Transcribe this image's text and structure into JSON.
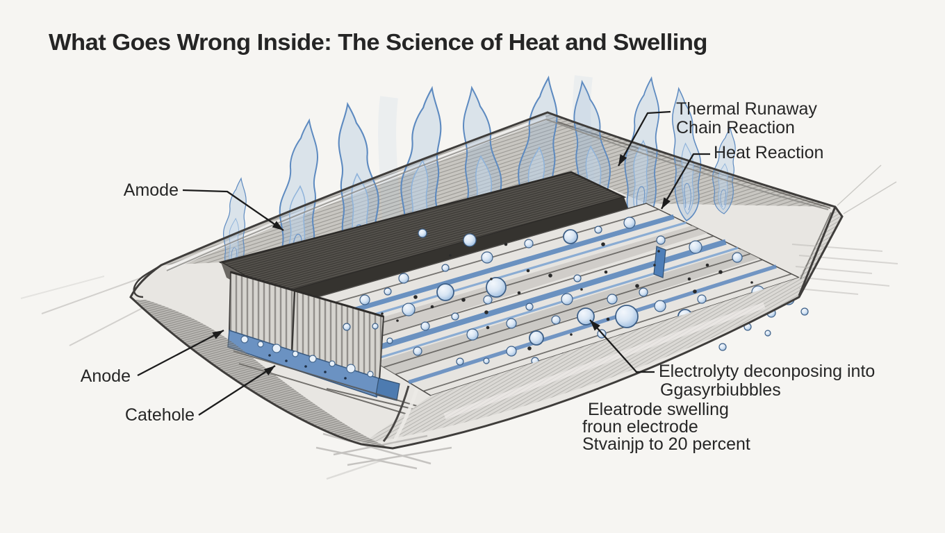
{
  "title": "What Goes Wrong Inside: The Science of Heat and Swelling",
  "annotations": {
    "amode": "Amode",
    "anode": "Anode",
    "cathode": "Catehole",
    "thermal_runaway": {
      "line1": "Thermal Runaway",
      "line2": "Chain Reaction"
    },
    "heat_reaction": "Heat Reaction",
    "electrolyte": {
      "line1": "Electrolyty deconposing into",
      "line2": "Ggasyrbiubbles"
    },
    "swelling": {
      "line1": "Eleatrode swelling",
      "line2": "froun electrode",
      "line3": "Stvainjp to 20 percent"
    }
  },
  "style_colors": {
    "paper": "#f6f5f2",
    "pencil_gray": "#4e4c49",
    "flame_blue": "#5d8ac0",
    "bubble_blue": "#8aadd2",
    "label_ink": "#232323"
  }
}
